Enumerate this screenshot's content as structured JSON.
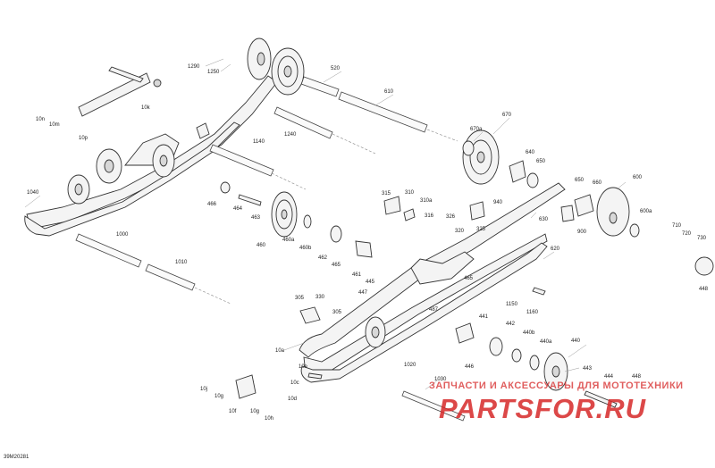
{
  "diagram": {
    "code": "39M20281",
    "watermark_text": "ЗАПЧАСТИ И АКСЕССУАРЫ ДЛЯ МОТОТЕХНИКИ",
    "watermark_logo": "PARTSFOR.RU",
    "labels": [
      "1290",
      "1250",
      "520",
      "610",
      "10k",
      "10n",
      "10m",
      "10p",
      "670a",
      "670",
      "1240",
      "1140",
      "640",
      "650",
      "660",
      "600",
      "1040",
      "466",
      "464",
      "463",
      "315",
      "310",
      "310a",
      "316",
      "940",
      "326",
      "325",
      "320",
      "630",
      "650",
      "600a",
      "900",
      "710",
      "720",
      "730",
      "620",
      "460",
      "460a",
      "460b",
      "462",
      "465",
      "461",
      "1000",
      "1010",
      "445",
      "447",
      "465",
      "487",
      "1150",
      "1160",
      "305",
      "330",
      "305",
      "441",
      "442",
      "440b",
      "440a",
      "440",
      "10a",
      "446",
      "1020",
      "10e",
      "10c",
      "10d",
      "1030",
      "443",
      "444",
      "448",
      "10j",
      "10g",
      "10f",
      "10g",
      "10h",
      "448"
    ]
  }
}
